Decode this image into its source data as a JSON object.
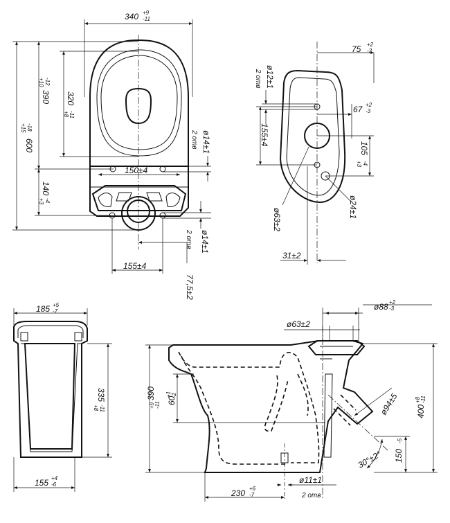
{
  "dimensions": {
    "bowl_width": {
      "value": "340",
      "tol_upper": "+9",
      "tol_lower": "-11"
    },
    "total_length": {
      "value": "600",
      "tol_upper": "+15",
      "tol_lower": "-18"
    },
    "seat_length": {
      "value": "390",
      "tol_upper": "+10",
      "tol_lower": "-12"
    },
    "bowl_opening": {
      "value": "320",
      "tol_upper": "+8",
      "tol_lower": "-11"
    },
    "seat_holes_spacing": "150±4",
    "seat_hole_diameter": "ø14±1",
    "seat_hole_count": "2 отв",
    "floor_holes_distance": {
      "value": "140",
      "tol_upper": "+3",
      "tol_lower": "-4"
    },
    "floor_hole_diameter": "ø14±1",
    "floor_hole_count": "2 отв",
    "floor_holes_spacing": "155±4",
    "outlet_offset": "77,5±2",
    "tank_width": {
      "value": "75",
      "tol_upper": "+2",
      "tol_lower": "-3"
    },
    "tank_hole_small": "ø12±1",
    "tank_hole_small_count": "2 отв",
    "tank_hole_offset": {
      "value": "67",
      "tol_upper": "+2",
      "tol_lower": "-3"
    },
    "tank_hole_spacing": "155±4",
    "tank_hole_offset2": {
      "value": "105",
      "tol_upper": "+3",
      "tol_lower": "-4"
    },
    "tank_inlet": "ø24±1",
    "tank_outlet": "ø63±2",
    "tank_edge": "31±2",
    "cistern_depth": {
      "value": "185",
      "tol_upper": "+5",
      "tol_lower": "-7"
    },
    "cistern_height": {
      "value": "335",
      "tol_upper": "+8",
      "tol_lower": "-11"
    },
    "cistern_bottom": {
      "value": "155",
      "tol_upper": "+4",
      "tol_lower": "-6"
    },
    "rim_inlet": "ø88",
    "rim_inlet_tol": {
      "tol_upper": "+2",
      "tol_lower": "-3"
    },
    "flush_hole": "ø63±2",
    "bowl_height": {
      "value": "390",
      "tol_upper": "+9",
      "tol_lower": "-11"
    },
    "water_level": {
      "value": "60",
      "tol_upper": "+1",
      "tol_lower": "-2"
    },
    "total_height": {
      "value": "400",
      "tol_upper": "+8",
      "tol_lower": "-11"
    },
    "outlet_diameter": "ø94±5",
    "outlet_angle": "30°±2°",
    "outlet_height": {
      "value": "150",
      "tol_upper": "-5"
    },
    "base_length": {
      "value": "230",
      "tol_upper": "+6",
      "tol_lower": "-7"
    },
    "base_hole": "ø11±1",
    "base_hole_count": "2 отв"
  }
}
